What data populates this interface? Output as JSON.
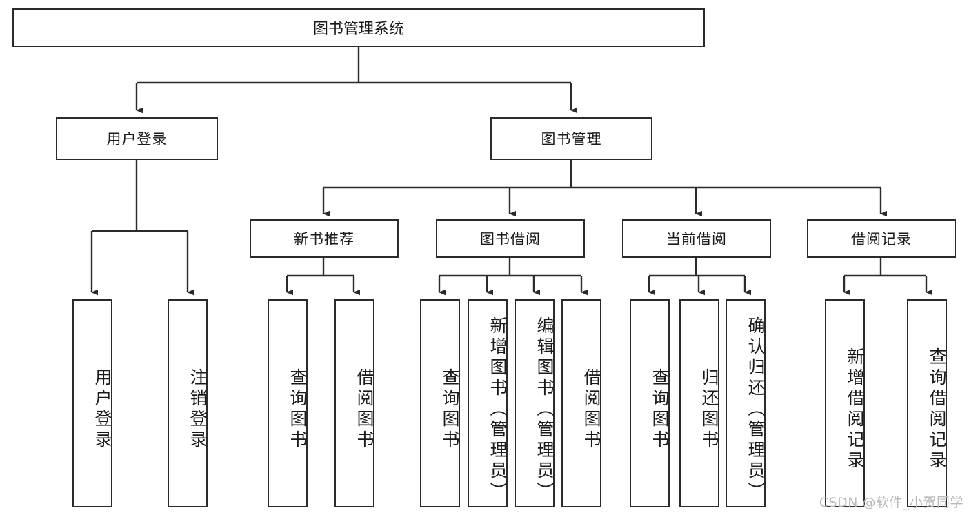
{
  "diagram": {
    "title": "图书管理系统",
    "type": "tree-hierarchy-chart",
    "watermark": "CSDN @软件_小贺同学",
    "colors": {
      "box_border": "#2b2b2b",
      "box_fill": "#ffffff",
      "edge": "#2b2b2b",
      "text": "#1a1a1a",
      "watermark": "#b9b9b9",
      "background": "#ffffff"
    },
    "nodes": {
      "root": {
        "label": "图书管理系统"
      },
      "level2": [
        {
          "id": "user-login",
          "label": "用户登录"
        },
        {
          "id": "book-manage",
          "label": "图书管理"
        }
      ],
      "level3": [
        {
          "id": "new-book-recommend",
          "label": "新书推荐"
        },
        {
          "id": "book-borrow",
          "label": "图书借阅"
        },
        {
          "id": "current-borrow",
          "label": "当前借阅"
        },
        {
          "id": "borrow-record",
          "label": "借阅记录"
        }
      ],
      "leaves": {
        "user-login": [
          {
            "id": "leaf-user-login",
            "label": "用户登录"
          },
          {
            "id": "leaf-logout-login",
            "label": "注销登录"
          }
        ],
        "new-book-recommend": [
          {
            "id": "leaf-query-book-1",
            "label": "查询图书"
          },
          {
            "id": "leaf-borrow-book-1",
            "label": "借阅图书"
          }
        ],
        "book-borrow": [
          {
            "id": "leaf-query-book-2",
            "label": "查询图书"
          },
          {
            "id": "leaf-add-book",
            "label": "新增图书（管理员）"
          },
          {
            "id": "leaf-edit-book",
            "label": "编辑图书（管理员）"
          },
          {
            "id": "leaf-borrow-book-2",
            "label": "借阅图书"
          }
        ],
        "current-borrow": [
          {
            "id": "leaf-query-book-3",
            "label": "查询图书"
          },
          {
            "id": "leaf-return-book",
            "label": "归还图书"
          },
          {
            "id": "leaf-confirm-return",
            "label": "确认归还（管理员）"
          }
        ],
        "borrow-record": [
          {
            "id": "leaf-add-record",
            "label": "新增借阅记录"
          },
          {
            "id": "leaf-query-record",
            "label": "查询借阅记录"
          }
        ]
      }
    }
  }
}
